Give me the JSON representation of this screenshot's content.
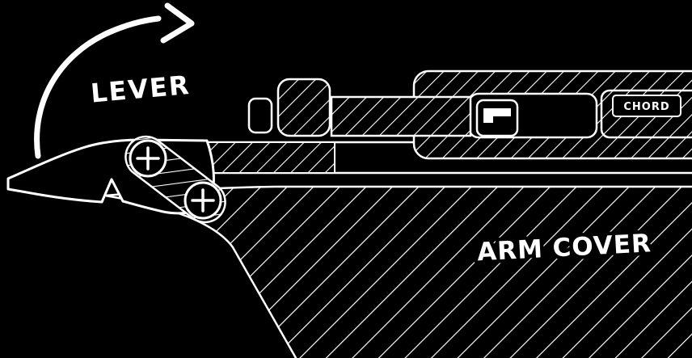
{
  "canvas": {
    "background": "#000000",
    "line_color": "#ffffff",
    "style": "white hand-drawn technical sketch on black, diagonal hatching fills"
  },
  "labels": {
    "lever": "LEVER",
    "arm_cover": "ARM COVER",
    "chord": "CHORD"
  },
  "icons": {
    "lever_direction_arrow": "curved arrow sweeping up-right (clockwise rotation)",
    "pivot_cross": "+"
  }
}
